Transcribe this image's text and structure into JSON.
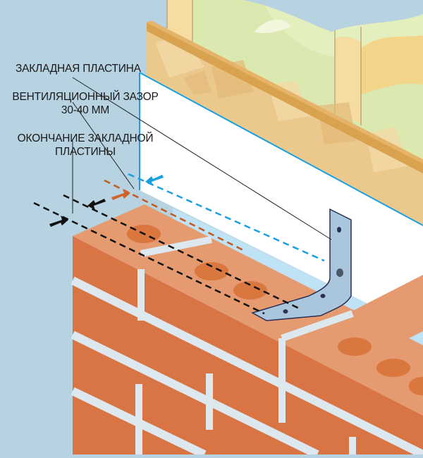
{
  "title": "Брикетная кладка с закладной пластиной",
  "labels": {
    "embed_plate": "ЗАКЛАДНАЯ ПЛАСТИНА",
    "vent_gap_line1": "ВЕНТИЛЯЦИОННЫЙ ЗАЗОР",
    "vent_gap_line2": "30-40 ММ",
    "plate_end_line1": "ОКОНЧАНИЕ ЗАКЛАДНОЙ",
    "plate_end_line2": "ПЛАСТИНЫ"
  },
  "components": {
    "background_sky": "sky",
    "insulation": "mineral-wool",
    "osb_board": "osb-sheathing",
    "membrane": "wind-membrane",
    "anchor": "embed-plate-anchor",
    "bricks": "brick-wall"
  },
  "colors": {
    "sky": "#b7d2e0",
    "brick_face": "#d97444",
    "brick_top": "#e69a6f",
    "brick_hole": "#d9773f",
    "mortar": "#dde7ee",
    "osb": "#ebc98d",
    "osb_edge": "#d9a24f",
    "membrane": "#ffffff",
    "membrane_edge": "#1aa0e0",
    "gap_light": "#bfe2f5",
    "anchor_fill": "#a9c6dd",
    "anchor_outline": "#2b2f57",
    "insulation_green": "#dbe9b0",
    "insulation_yellow": "#f3d58a",
    "stud": "#f6dca0",
    "dash_black": "#111111",
    "dash_orange": "#c25a22",
    "dash_blue": "#1aa0e0",
    "arrow_orange": "#d2642a",
    "arrow_blue": "#1aa0e0",
    "arrow_black": "#111111"
  }
}
